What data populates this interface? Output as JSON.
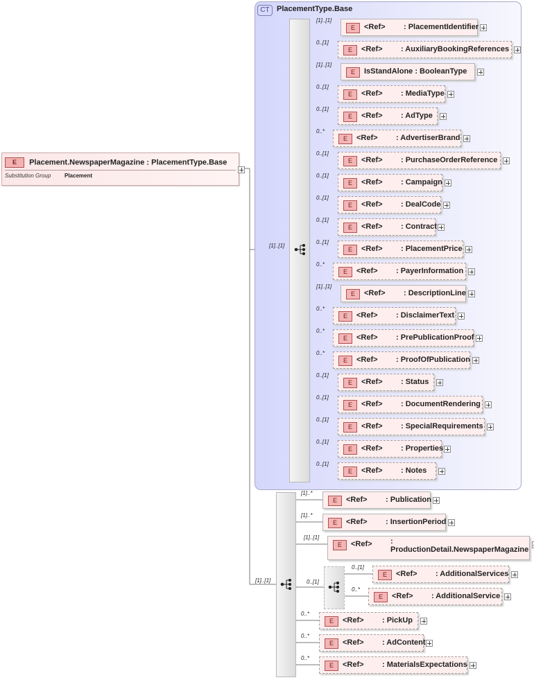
{
  "root": {
    "badge": "E",
    "name": "Placement.NewspaperMagazine",
    "type": ": PlacementType.Base",
    "substitution_label": "Substitution Group",
    "substitution_value": "Placement"
  },
  "complex_type": {
    "badge": "CT",
    "title": "PlacementType.Base"
  },
  "sequence_cardinalities": {
    "inherited": "[1]..[1]",
    "local": "[1]..[1]"
  },
  "badges": {
    "element": "E",
    "ref": "<Ref>"
  },
  "inherited_elements": [
    {
      "card": "[1]..[1]",
      "ref": "<Ref>",
      "name": ": PlacementIdentifier",
      "optional": false
    },
    {
      "card": "0..[1]",
      "ref": "<Ref>",
      "name": ": AuxiliaryBookingReferences",
      "optional": true
    },
    {
      "card": "[1]..[1]",
      "ref": "",
      "name": "IsStandAlone : BooleanType",
      "optional": false
    },
    {
      "card": "0..[1]",
      "ref": "<Ref>",
      "name": ": MediaType",
      "optional": true
    },
    {
      "card": "0..[1]",
      "ref": "<Ref>",
      "name": ": AdType",
      "optional": true
    },
    {
      "card": "0..*",
      "ref": "<Ref>",
      "name": ": AdvertiserBrand",
      "optional": true
    },
    {
      "card": "0..[1]",
      "ref": "<Ref>",
      "name": ": PurchaseOrderReference",
      "optional": true
    },
    {
      "card": "0..[1]",
      "ref": "<Ref>",
      "name": ": Campaign",
      "optional": true
    },
    {
      "card": "0..[1]",
      "ref": "<Ref>",
      "name": ": DealCode",
      "optional": true
    },
    {
      "card": "0..[1]",
      "ref": "<Ref>",
      "name": ": Contract",
      "optional": true
    },
    {
      "card": "0..[1]",
      "ref": "<Ref>",
      "name": ": PlacementPrice",
      "optional": true
    },
    {
      "card": "0..*",
      "ref": "<Ref>",
      "name": ": PayerInformation",
      "optional": true
    },
    {
      "card": "[1]..[1]",
      "ref": "<Ref>",
      "name": ": DescriptionLine",
      "optional": false
    },
    {
      "card": "0..*",
      "ref": "<Ref>",
      "name": ": DisclaimerText",
      "optional": true
    },
    {
      "card": "0..*",
      "ref": "<Ref>",
      "name": ": PrePublicationProof",
      "optional": true
    },
    {
      "card": "0..*",
      "ref": "<Ref>",
      "name": ": ProofOfPublication",
      "optional": true
    },
    {
      "card": "0..[1]",
      "ref": "<Ref>",
      "name": ": Status",
      "optional": true
    },
    {
      "card": "0..[1]",
      "ref": "<Ref>",
      "name": ": DocumentRendering",
      "optional": true
    },
    {
      "card": "0..[1]",
      "ref": "<Ref>",
      "name": ": SpecialRequirements",
      "optional": true
    },
    {
      "card": "0..[1]",
      "ref": "<Ref>",
      "name": ": Properties",
      "optional": true
    },
    {
      "card": "0..[1]",
      "ref": "<Ref>",
      "name": ": Notes",
      "optional": true
    }
  ],
  "local_elements": [
    {
      "card": "[1]..*",
      "ref": "<Ref>",
      "name": ": Publication",
      "optional": false
    },
    {
      "card": "[1]..*",
      "ref": "<Ref>",
      "name": ": InsertionPeriod",
      "optional": false
    },
    {
      "card": "[1]..[1]",
      "ref": "<Ref>",
      "name": ": ProductionDetail.NewspaperMagazine",
      "optional": false
    },
    {
      "card": "0..[1]",
      "ref": "",
      "name": "",
      "optional": true,
      "choice": true
    },
    {
      "card": "0..*",
      "ref": "<Ref>",
      "name": ": PickUp",
      "optional": true
    },
    {
      "card": "0..*",
      "ref": "<Ref>",
      "name": ": AdContent",
      "optional": true
    },
    {
      "card": "0..*",
      "ref": "<Ref>",
      "name": ": MaterialsExpectations",
      "optional": true
    }
  ],
  "choice_elements": [
    {
      "card": "0..[1]",
      "ref": "<Ref>",
      "name": ": AdditionalServices",
      "optional": true
    },
    {
      "card": "0..*",
      "ref": "<Ref>",
      "name": ": AdditionalService",
      "optional": true
    }
  ]
}
